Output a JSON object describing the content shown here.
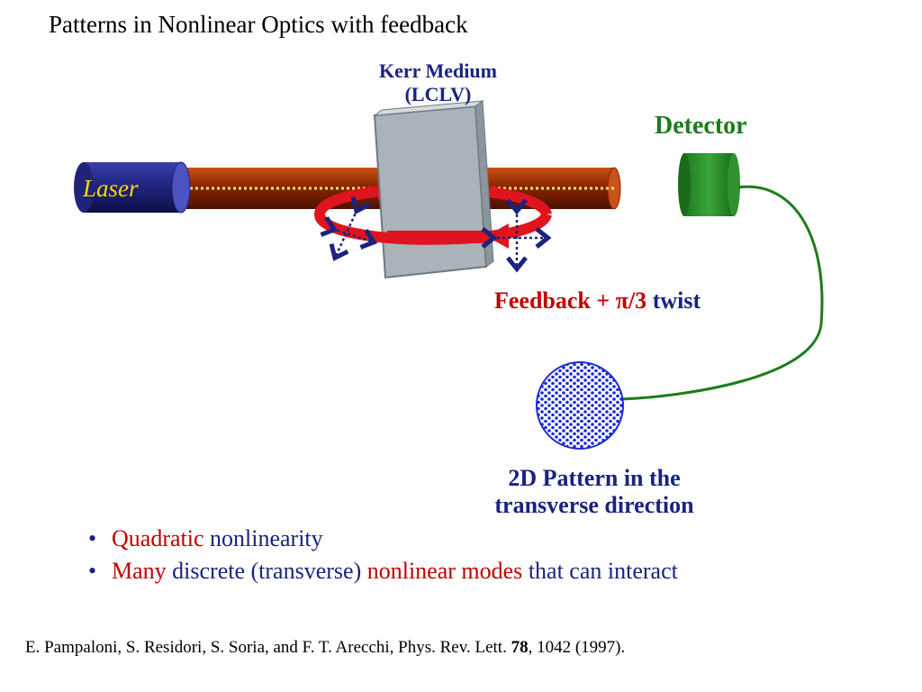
{
  "slide": {
    "title": "Patterns in Nonlinear Optics with feedback"
  },
  "diagram": {
    "laser_label": "Laser",
    "medium_label_line1": "Kerr Medium",
    "medium_label_line2": "(LCLV)",
    "detector_label": "Detector",
    "feedback": {
      "part1": "Feedback",
      "part2": " + ",
      "part3": "π/3",
      "part4": " twist"
    },
    "pattern_label_line1": "2D Pattern in the",
    "pattern_label_line2": "transverse direction"
  },
  "bullets": [
    {
      "part1": "Quadratic",
      "part2": " nonlinearity"
    },
    {
      "part1": "Many",
      "part2": " discrete (transverse) ",
      "part3": "nonlinear modes",
      "part4": " that can interact"
    }
  ],
  "reference": {
    "part1": "E. Pampaloni, S. Residori, S. Soria, and F. T. Arecchi, Phys. Rev. Lett. ",
    "volume": "78",
    "part2": ", 1042 (1997)."
  },
  "colors": {
    "title_text": "#000000",
    "navy_text": "#1a237e",
    "red_text": "#c00000",
    "detector_green": "#1b7d1b",
    "laser_text": "#ffd700",
    "beam": "#8b2500",
    "feedback_arrow": "#e0141e"
  }
}
